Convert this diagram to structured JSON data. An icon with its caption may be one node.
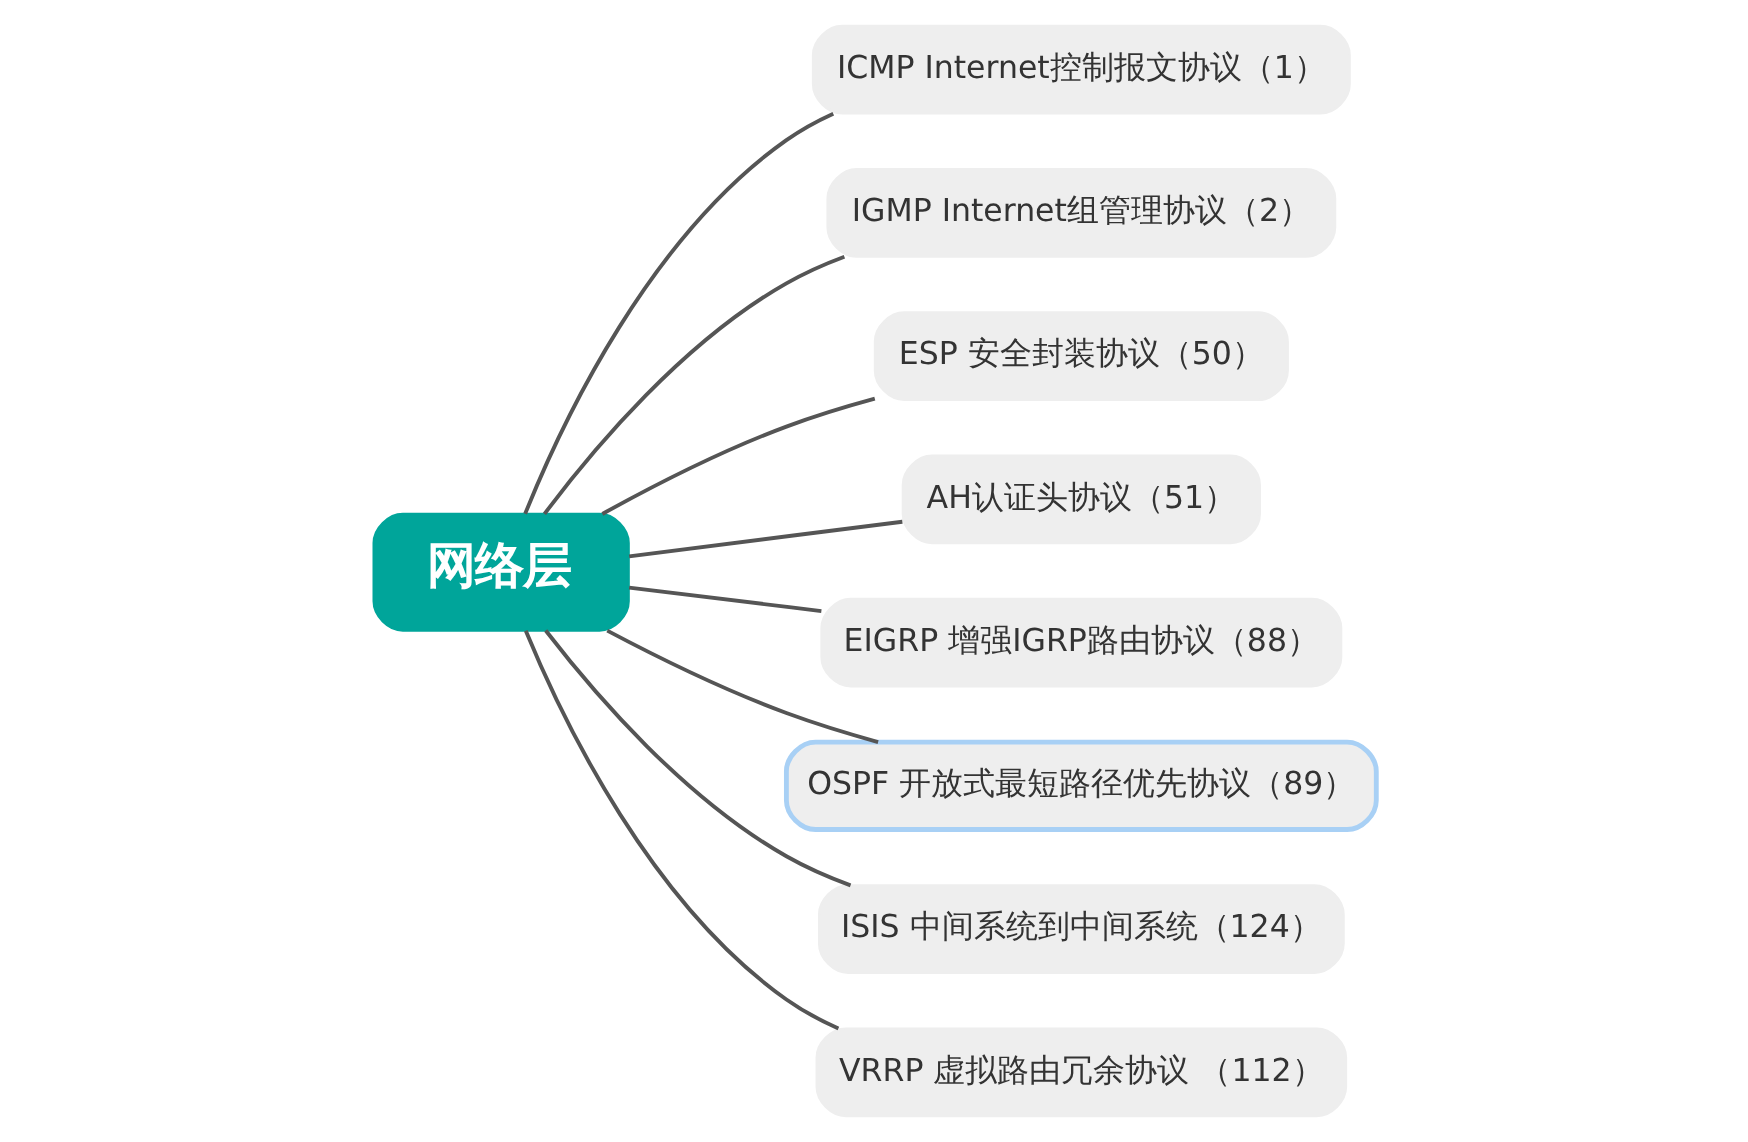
{
  "diagram": {
    "nodes": [
      {
        "text": [
          "网络层"
        ]
      },
      {
        "text": [
          "ICMP Internet控制报文协议（1）"
        ]
      },
      {
        "text": [
          "IGMP Internet组管理协议（2）"
        ]
      },
      {
        "text": [
          "ESP 安全封装协议（50）"
        ]
      },
      {
        "text": [
          "AH认证头协议（51）"
        ]
      },
      {
        "text": [
          "EIGRP 增强IGRP路由协议（88）"
        ]
      },
      {
        "text": [
          "OSPF 开放式最短路径优先协议（89）"
        ]
      },
      {
        "text": [
          "ISIS 中间系统到中间系统（124）"
        ]
      },
      {
        "text": [
          "VRRP 虚拟路由冗余协议 （112）"
        ]
      }
    ],
    "edges": [
      {
        "from": 0,
        "to": 1,
        "arrow": "none"
      },
      {
        "from": 0,
        "to": 2,
        "arrow": "none"
      },
      {
        "from": 0,
        "to": 3,
        "arrow": "none"
      },
      {
        "from": 0,
        "to": 4,
        "arrow": "none"
      },
      {
        "from": 0,
        "to": 5,
        "arrow": "none"
      },
      {
        "from": 0,
        "to": 6,
        "arrow": "none"
      },
      {
        "from": 0,
        "to": 7,
        "arrow": "none"
      },
      {
        "from": 0,
        "to": 8,
        "arrow": "none"
      }
    ]
  }
}
